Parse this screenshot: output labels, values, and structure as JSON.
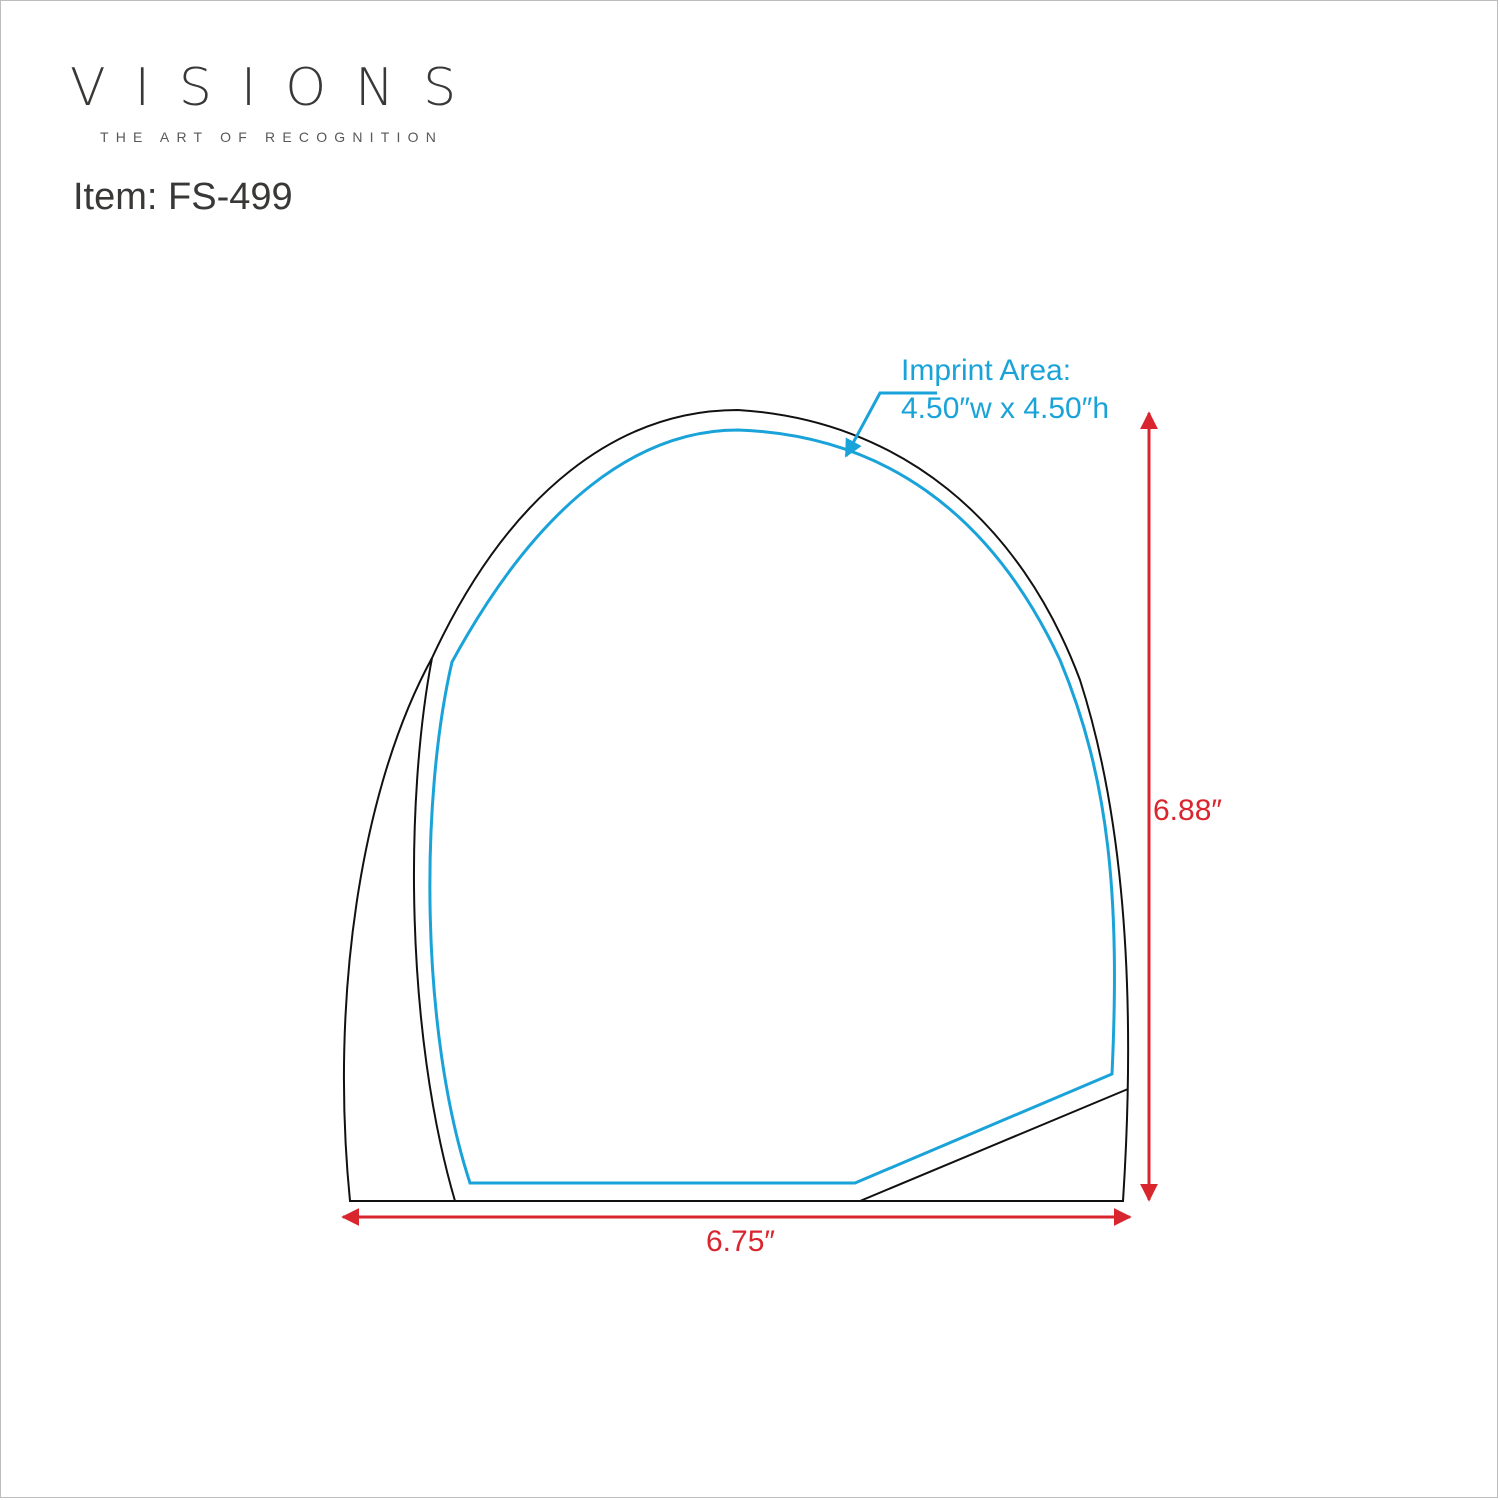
{
  "brand": {
    "name": "VISIONS",
    "tagline": "THE ART OF RECOGNITION"
  },
  "item": {
    "label": "Item: FS-499"
  },
  "diagram": {
    "imprint": {
      "title": "Imprint Area:",
      "size": "4.50″w x 4.50″h"
    },
    "height_label": "6.88″",
    "width_label": "6.75″"
  },
  "colors": {
    "outline": "#111111",
    "imprint": "#1aa3d9",
    "dimension": "#d9262e",
    "text": "#3a3836"
  }
}
